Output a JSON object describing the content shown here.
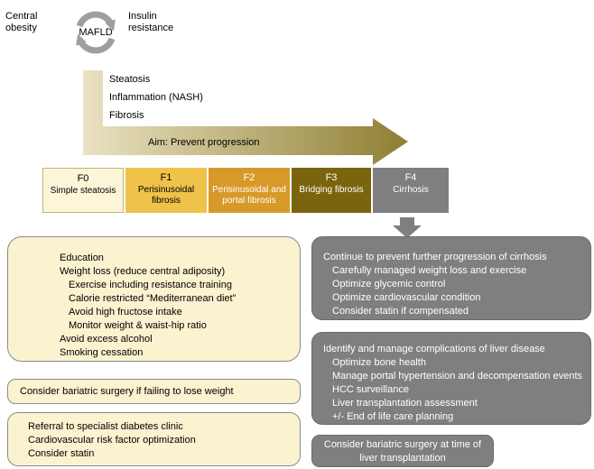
{
  "colors": {
    "cream": "#FBF2CF",
    "stage_f1_gold": "#EFC24A",
    "stage_f2_orange": "#D79A28",
    "stage_f3_dark_olive": "#7A650E",
    "gray": "#7F7F7F",
    "arrow_light": "#EAE2C2",
    "arrow_dark": "#8F7F33"
  },
  "cycle": {
    "left_label": "Central obesity",
    "center_label": "MAFLD",
    "right_label": "Insulin resistance"
  },
  "arrow": {
    "steps": [
      "Steatosis",
      "Inflammation (NASH)",
      "Fibrosis"
    ],
    "aim": "Aim: Prevent progression"
  },
  "stages": [
    {
      "code": "F0",
      "label": "Simple steatosis"
    },
    {
      "code": "F1",
      "label": "Perisinusoidal fibrosis"
    },
    {
      "code": "F2",
      "label": "Perisinusoidal and portal fibrosis"
    },
    {
      "code": "F3",
      "label": "Bridging fibrosis"
    },
    {
      "code": "F4",
      "label": "Cirrhosis"
    }
  ],
  "left_panels": {
    "lifestyle": [
      "Education",
      "Weight loss (reduce central adiposity)",
      "Exercise including resistance training",
      "Calorie restricted “Mediterranean diet”",
      "Avoid high fructose intake",
      "Monitor weight & waist-hip ratio",
      "Avoid excess alcohol",
      "Smoking cessation"
    ],
    "bariatric": "Consider bariatric surgery if failing to lose weight",
    "referral": [
      "Referral to specialist diabetes clinic",
      "Cardiovascular risk factor optimization",
      "Consider statin"
    ]
  },
  "right_panels": {
    "cirrhosis_management": [
      "Continue to prevent further progression of cirrhosis",
      "Carefully managed weight loss and exercise",
      "Optimize glycemic control",
      "Optimize cardiovascular condition",
      "Consider statin if compensated"
    ],
    "complications": [
      "Identify and manage complications of liver disease",
      "Optimize bone health",
      "Manage portal hypertension and decompensation events",
      "HCC surveillance",
      "Liver transplantation assessment",
      "+/- End of life care planning"
    ],
    "transplant_bariatric": [
      "Consider bariatric surgery at time of",
      "liver transplantation"
    ]
  }
}
